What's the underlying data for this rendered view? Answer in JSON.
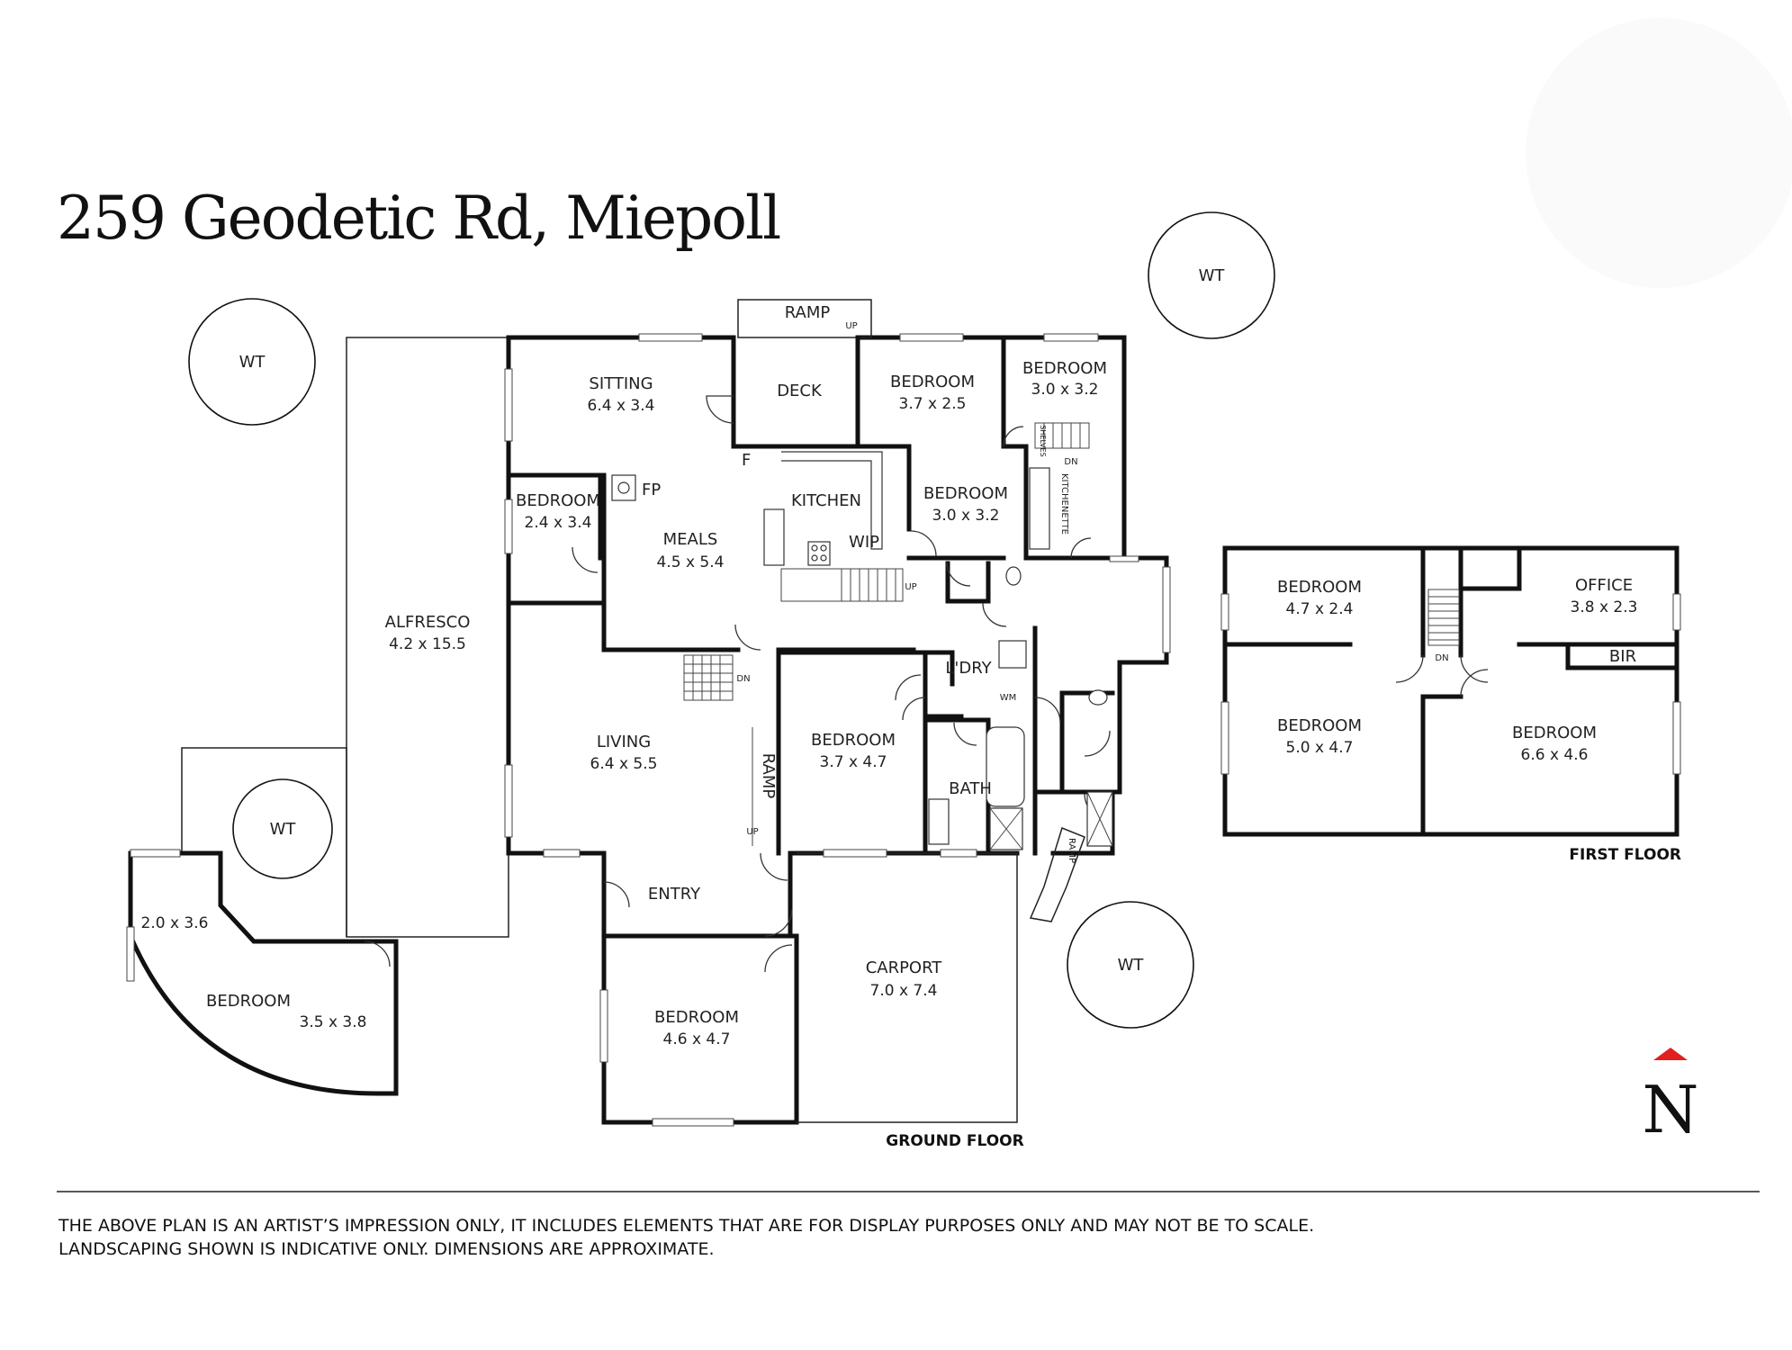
{
  "title": "259 Geodetic Rd, Miepoll",
  "trees": [
    "WT",
    "WT",
    "WT",
    "WT"
  ],
  "ground_floor": {
    "label": "GROUND FLOOR",
    "rooms": [
      {
        "name": "SITTING",
        "dim": "6.4 x 3.4"
      },
      {
        "name": "DECK",
        "dim": ""
      },
      {
        "name": "BEDROOM",
        "dim": "3.7 x 2.5"
      },
      {
        "name": "BEDROOM",
        "dim": "3.0 x 3.2"
      },
      {
        "name": "BEDROOM",
        "dim": "2.4 x 3.4"
      },
      {
        "name": "MEALS",
        "dim": "4.5 x 5.4"
      },
      {
        "name": "KITCHEN",
        "dim": ""
      },
      {
        "name": "BEDROOM",
        "dim": "3.0 x 3.2"
      },
      {
        "name": "WIP",
        "dim": ""
      },
      {
        "name": "ALFRESCO",
        "dim": "4.2 x 15.5"
      },
      {
        "name": "L'DRY",
        "dim": ""
      },
      {
        "name": "LIVING",
        "dim": "6.4 x 5.5"
      },
      {
        "name": "BEDROOM",
        "dim": "3.7 x 4.7"
      },
      {
        "name": "BATH",
        "dim": ""
      },
      {
        "name": "ENTRY",
        "dim": ""
      },
      {
        "name": "CARPORT",
        "dim": "7.0 x 7.4"
      },
      {
        "name": "BEDROOM",
        "dim": "4.6 x 4.7"
      },
      {
        "name": "BEDROOM",
        "dim": "3.5 x 3.8"
      }
    ],
    "extra_dim": "2.0 x 3.6",
    "labels": {
      "ramp_top": "RAMP",
      "ramp_living": "RAMP",
      "ramp_side": "RAMP",
      "up": "UP",
      "dn": "DN",
      "fp": "FP",
      "f": "F",
      "wm": "WM",
      "kitchenette": "KITCHENETTE",
      "shelves": "SHELVES"
    }
  },
  "first_floor": {
    "label": "FIRST FLOOR",
    "rooms": [
      {
        "name": "BEDROOM",
        "dim": "4.7 x 2.4"
      },
      {
        "name": "OFFICE",
        "dim": "3.8 x 2.3"
      },
      {
        "name": "BIR",
        "dim": ""
      },
      {
        "name": "BEDROOM",
        "dim": "5.0 x 4.7"
      },
      {
        "name": "BEDROOM",
        "dim": "6.6 x 4.6"
      }
    ],
    "dn": "DN"
  },
  "north": "N",
  "colors": {
    "north_arrow": "#e0201f",
    "walls": "#111111"
  },
  "disclaimer": [
    "THE ABOVE PLAN IS AN ARTIST’S IMPRESSION ONLY, IT INCLUDES ELEMENTS THAT ARE FOR DISPLAY PURPOSES ONLY AND MAY NOT BE TO SCALE.",
    "LANDSCAPING SHOWN IS INDICATIVE ONLY. DIMENSIONS ARE APPROXIMATE."
  ]
}
